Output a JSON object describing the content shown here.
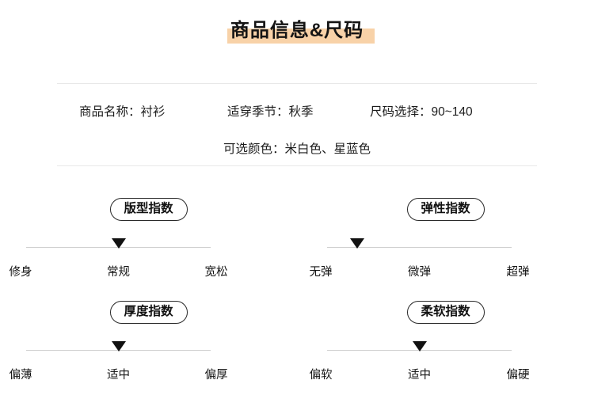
{
  "page": {
    "title": "商品信息&尺码",
    "highlight_color": "#f8d2a8",
    "background_color": "#ffffff",
    "divider_color": "#e8e8e8",
    "marker_color": "#111111"
  },
  "info": {
    "product_name_label": "商品名称：衬衫",
    "season_label": "适穿季节：秋季",
    "size_label": "尺码选择：90~140",
    "color_label": "可选颜色：米白色、星蓝色"
  },
  "indices": [
    {
      "name": "版型指数",
      "options": [
        "修身",
        "常规",
        "宽松"
      ],
      "selected_index": 1,
      "selected": "常规"
    },
    {
      "name": "弹性指数",
      "options": [
        "无弹",
        "微弹",
        "超弹"
      ],
      "selected_index": 0,
      "selected": "无弹"
    },
    {
      "name": "厚度指数",
      "options": [
        "偏薄",
        "适中",
        "偏厚"
      ],
      "selected_index": 1,
      "selected": "适中"
    },
    {
      "name": "柔软指数",
      "options": [
        "偏软",
        "适中",
        "偏硬"
      ],
      "selected_index": 1,
      "selected": "适中"
    }
  ]
}
